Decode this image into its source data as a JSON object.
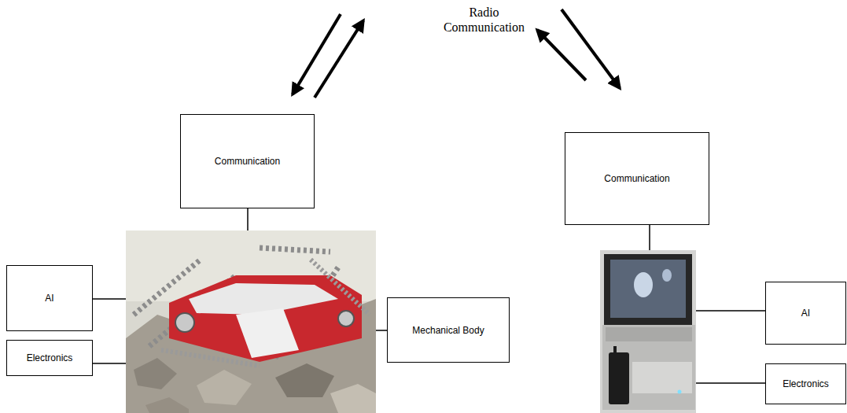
{
  "diagram": {
    "nodes": [
      {
        "text": [
          "Communication"
        ]
      },
      {
        "text": [
          "AI"
        ]
      },
      {
        "text": [
          "Electronics"
        ]
      },
      {
        "text": [
          "Mechanical Body"
        ]
      },
      {
        "text": [
          "Communication"
        ]
      },
      {
        "text": [
          "AI"
        ]
      },
      {
        "text": [
          "Electronics"
        ]
      }
    ],
    "labels": [
      "Radio Communication"
    ]
  }
}
